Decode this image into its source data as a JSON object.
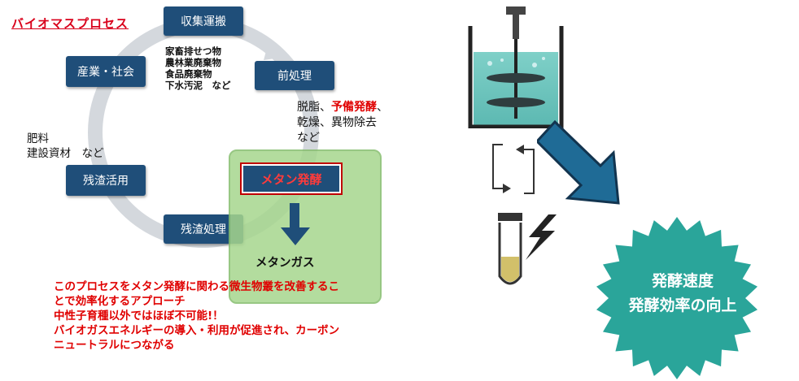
{
  "title": "バイオマスプロセス",
  "stages": {
    "collection": "収集運搬",
    "pretreatment": "前処理",
    "methane": "メタン発酵",
    "residue_processing": "残渣処理",
    "residue_use": "残渣活用",
    "industry": "産業・社会"
  },
  "feedstocks": "家畜排せつ物\n農林業廃棄物\n食品廃棄物\n下水汚泥　など",
  "pretreatment_note": {
    "line1_a": "脱脂、",
    "line1_highlight": "予備発酵",
    "line1_b": "、",
    "line2": "乾燥、異物除去",
    "line3": "など"
  },
  "residue_products": "肥料\n建設資材　など",
  "output": "メタンガス",
  "description": "このプロセスをメタン発酵に関わる微生物叢を改善するこ\nとで効率化するアプローチ\n中性子育種以外ではほぼ不可能!！\nバイオガスエネルギーの導入・利用が促進され、カーボン\nニュートラルにつながる",
  "badge": "発酵速度\n発酵効率の向上",
  "colors": {
    "stage_box": "#1f4e79",
    "accent_red": "#e00000",
    "green_panel": "#a6d68e",
    "badge": "#2aa59a",
    "arrow": "#1f6b96"
  },
  "icons": [
    "cycle-ring",
    "down-arrow-icon",
    "reactor-tank-icon",
    "exchange-arrows-icon",
    "test-tube-icon",
    "lightning-icon",
    "big-diagonal-arrow-icon",
    "starburst-badge"
  ]
}
